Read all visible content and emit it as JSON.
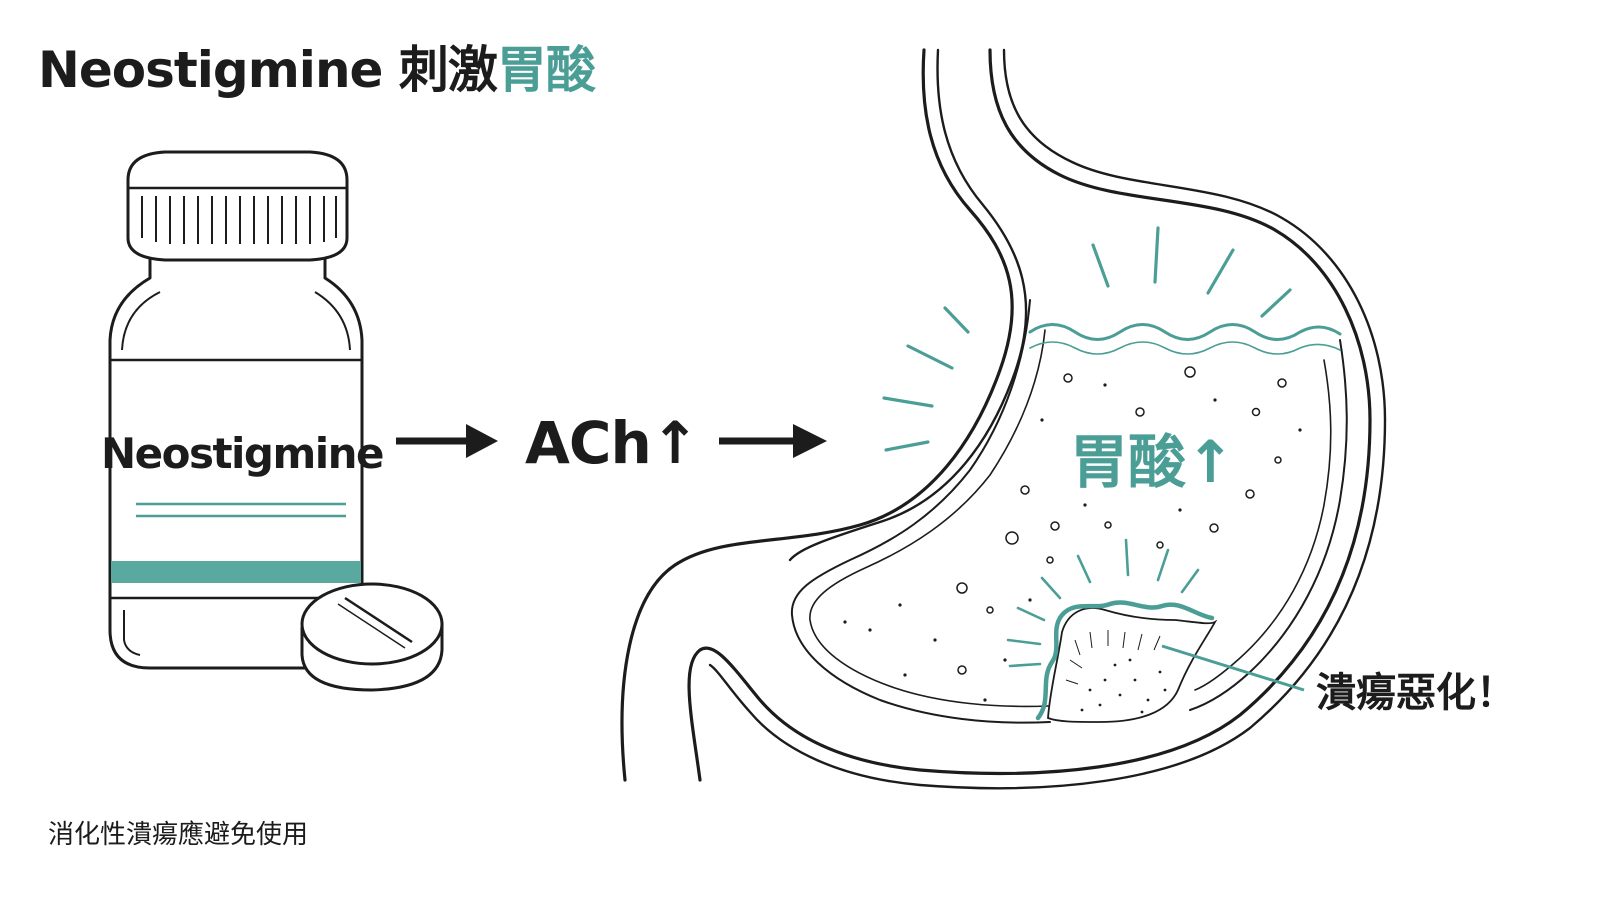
{
  "title": {
    "main": "Neostigmine 刺激",
    "highlight": "胃酸"
  },
  "bottle": {
    "label": "Neostigmine"
  },
  "flow": {
    "step": "ACh↑"
  },
  "stomach": {
    "acid_label": "胃酸↑",
    "callout": "潰瘍惡化！"
  },
  "footnote": "消化性潰瘍應避免使用",
  "colors": {
    "accent": "#4b9e96",
    "ink": "#1c1c1c",
    "background": "#ffffff"
  }
}
